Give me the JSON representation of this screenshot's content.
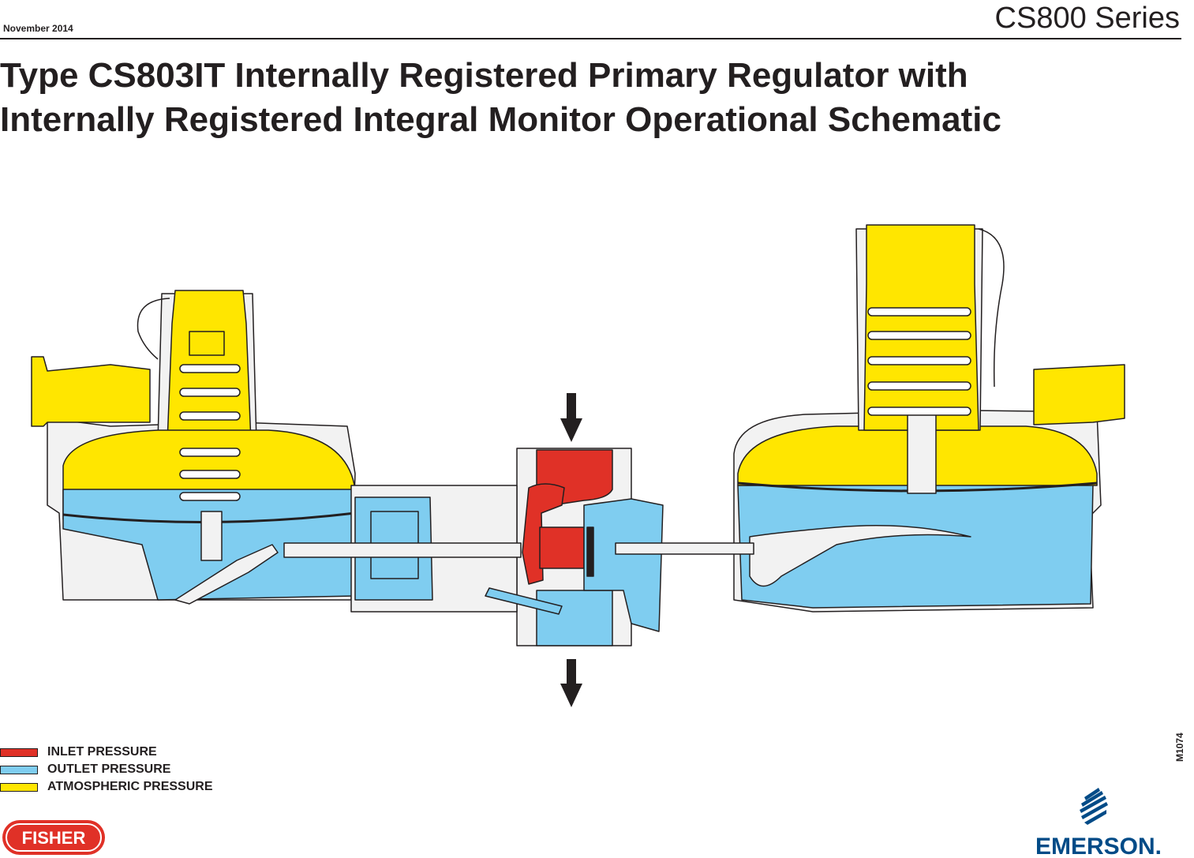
{
  "header": {
    "date": "November 2014",
    "series": "CS800 Series",
    "title_line1": "Type CS803IT Internally Registered Primary Regulator with",
    "title_line2": "Internally Registered Integral Monitor Operational Schematic"
  },
  "diagram": {
    "drawing_id": "M1074",
    "flow_arrows": [
      "arrow-down-icon",
      "arrow-down-icon"
    ]
  },
  "legend": [
    {
      "label": "INLET PRESSURE",
      "color": "#e03127"
    },
    {
      "label": "OUTLET PRESSURE",
      "color": "#7fcdf0"
    },
    {
      "label": "ATMOSPHERIC PRESSURE",
      "color": "#ffe600"
    }
  ],
  "colors": {
    "inlet": "#e03127",
    "outlet": "#7fcdf0",
    "atmospheric": "#ffe600",
    "body": "#f2f2f2",
    "line": "#231f20",
    "brand_red": "#e03127",
    "brand_blue": "#004b87"
  },
  "logos": {
    "fisher": "FISHER",
    "emerson": "EMERSON."
  }
}
